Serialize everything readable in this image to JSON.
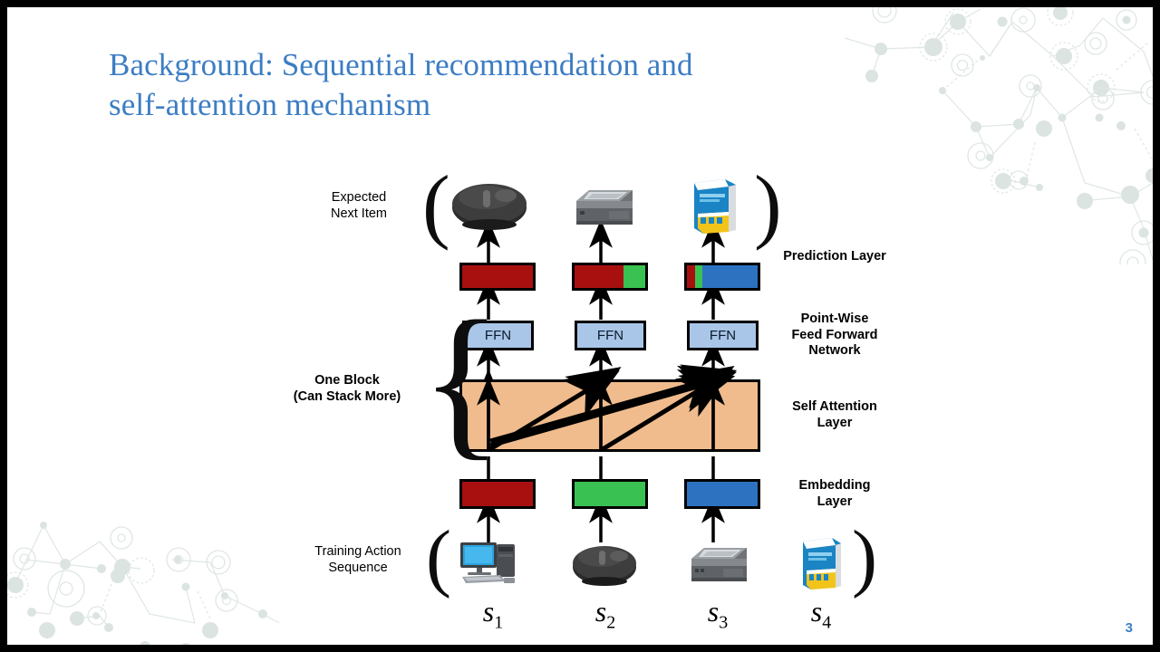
{
  "slide": {
    "title_line1": "Background: Sequential recommendation and",
    "title_line2": "self-attention mechanism",
    "title_color": "#3c7dc4",
    "page_number": "3",
    "background": "#ffffff",
    "letterbox_color": "#000000"
  },
  "left_labels": [
    {
      "id": "expected-next-item",
      "text_line1": "Expected",
      "text_line2": "Next Item",
      "bold": false
    },
    {
      "id": "one-block",
      "text_line1": "One Block",
      "text_line2": "(Can Stack More)",
      "bold": true
    },
    {
      "id": "training-action-sequence",
      "text_line1": "Training Action",
      "text_line2": "Sequence",
      "bold": false
    }
  ],
  "right_labels": [
    {
      "id": "prediction-layer",
      "text_line1": "Prediction Layer",
      "text_line2": "",
      "text_line3": "",
      "bold": true
    },
    {
      "id": "point-wise-feed-forward-network",
      "text_line1": "Point-Wise",
      "text_line2": "Feed Forward",
      "text_line3": "Network",
      "bold": true
    },
    {
      "id": "self-attention-layer",
      "text_line1": "Self Attention",
      "text_line2": "Layer",
      "text_line3": "",
      "bold": true
    },
    {
      "id": "embedding-layer",
      "text_line1": "Embedding",
      "text_line2": "Layer",
      "text_line3": "",
      "bold": true
    }
  ],
  "ffn_boxes": [
    {
      "label": "FFN"
    },
    {
      "label": "FFN"
    },
    {
      "label": "FFN"
    }
  ],
  "prediction_bars": [
    {
      "segments": [
        {
          "color": "#a81010",
          "pct": 100
        }
      ]
    },
    {
      "segments": [
        {
          "color": "#a81010",
          "pct": 69
        },
        {
          "color": "#39c251",
          "pct": 31
        }
      ]
    },
    {
      "segments": [
        {
          "color": "#a81010",
          "pct": 11
        },
        {
          "color": "#39c251",
          "pct": 11
        },
        {
          "color": "#2d72c0",
          "pct": 78
        }
      ]
    }
  ],
  "embedding_bars": [
    {
      "color": "#a81010"
    },
    {
      "color": "#39c251"
    },
    {
      "color": "#2d72c0"
    }
  ],
  "top_items": [
    {
      "icon": "computer-mouse-image"
    },
    {
      "icon": "printer-image"
    },
    {
      "icon": "paper-ream-image"
    }
  ],
  "bottom_items": [
    {
      "icon": "desktop-computer-image"
    },
    {
      "icon": "computer-mouse-image"
    },
    {
      "icon": "printer-image"
    },
    {
      "icon": "paper-ream-image"
    }
  ],
  "sequence_labels": [
    {
      "base": "s",
      "sub": "1"
    },
    {
      "base": "s",
      "sub": "2"
    },
    {
      "base": "s",
      "sub": "3"
    },
    {
      "base": "s",
      "sub": "4"
    }
  ],
  "brackets": {
    "top_open": "(",
    "top_close": ")",
    "bottom_open": "(",
    "bottom_close": ")",
    "block_brace": "{"
  },
  "colors": {
    "self_attention_fill": "#f0bc8d",
    "ffn_fill": "#a9c6e8",
    "red": "#a81010",
    "green": "#39c251",
    "blue": "#2d72c0",
    "deco": "#dde5e2"
  },
  "chart_data": {
    "type": "diagram",
    "title": "SASRec self-attention sequential recommendation architecture",
    "layers": [
      "Embedding Layer",
      "Self Attention Layer",
      "Point-Wise Feed Forward Network",
      "Prediction Layer"
    ],
    "attention_edges": [
      [
        1,
        1
      ],
      [
        1,
        2
      ],
      [
        1,
        3
      ],
      [
        2,
        2
      ],
      [
        2,
        3
      ],
      [
        3,
        3
      ]
    ],
    "columns": 3
  }
}
